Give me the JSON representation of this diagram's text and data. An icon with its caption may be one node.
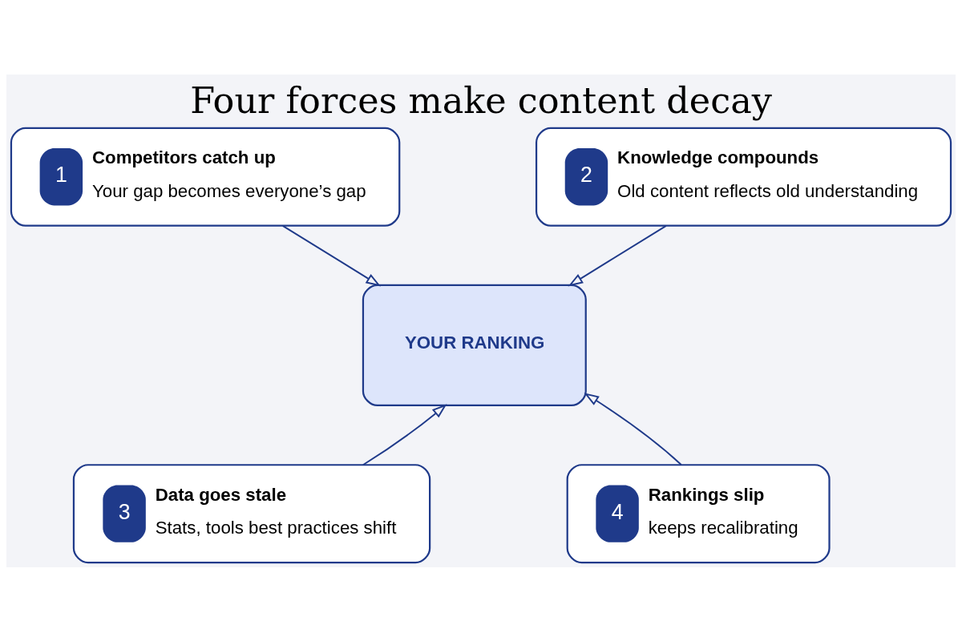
{
  "diagram": {
    "title": "Four forces make content decay",
    "nodes": [
      {
        "text": [
          "1",
          "Competitors catch up",
          "Your gap becomes everyone’s gap"
        ]
      },
      {
        "text": [
          "2",
          "Knowledge compounds",
          "Old content reflects old understanding"
        ]
      },
      {
        "text": [
          "3",
          "Data goes stale",
          "Stats, tools best practices shift"
        ]
      },
      {
        "text": [
          "4",
          "Rankings slip",
          "keeps recalibrating"
        ]
      },
      {
        "text": [
          "YOUR RANKING"
        ]
      }
    ],
    "edges": [
      {
        "from": 0,
        "to": 4,
        "arrow": "to"
      },
      {
        "from": 1,
        "to": 4,
        "arrow": "to"
      },
      {
        "from": 2,
        "to": 4,
        "arrow": "to"
      },
      {
        "from": 3,
        "to": 4,
        "arrow": "to"
      }
    ]
  }
}
